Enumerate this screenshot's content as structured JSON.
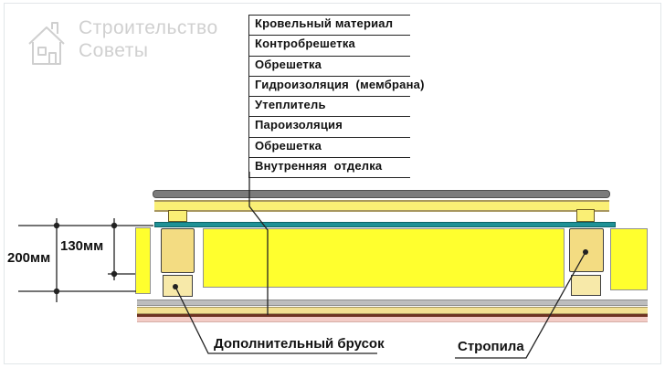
{
  "logo": {
    "line1": "Строительство",
    "line2": "Советы",
    "icon": "house-icon"
  },
  "layer_labels": [
    "Кровельный материал",
    "Контробрешетка",
    "Обрешетка",
    "Гидроизоляция  (мембрана)",
    "Утеплитель",
    "Пароизоляция",
    "Обрешетка",
    "Внутренняя  отделка"
  ],
  "dimensions": {
    "total_depth": "200мм",
    "rafter_depth": "130мм"
  },
  "callouts": {
    "additional_bar": "Дополнительный брусок",
    "rafter": "Стропила"
  },
  "colors": {
    "roofing-gray": "#7b7b7b",
    "roofing-border": "#4f4f4f",
    "batten-yellow": "#faef75",
    "batten-border": "#a8975f",
    "membrane-teal": "#1f9196",
    "membrane-border": "#0d6468",
    "insulation-yellow": "#ffff2e",
    "insulation-border": "#909090",
    "rafter-fill": "#f3dc82",
    "bar-fill": "#f7e9a9",
    "wood-border": "#3f3f3f",
    "vapor-gray": "#bdbdbd",
    "finish-line": "#6e3322",
    "finish-pink": "#f3ccc6",
    "line-dark": "#222222",
    "logo-gray": "#d0d0d0"
  }
}
